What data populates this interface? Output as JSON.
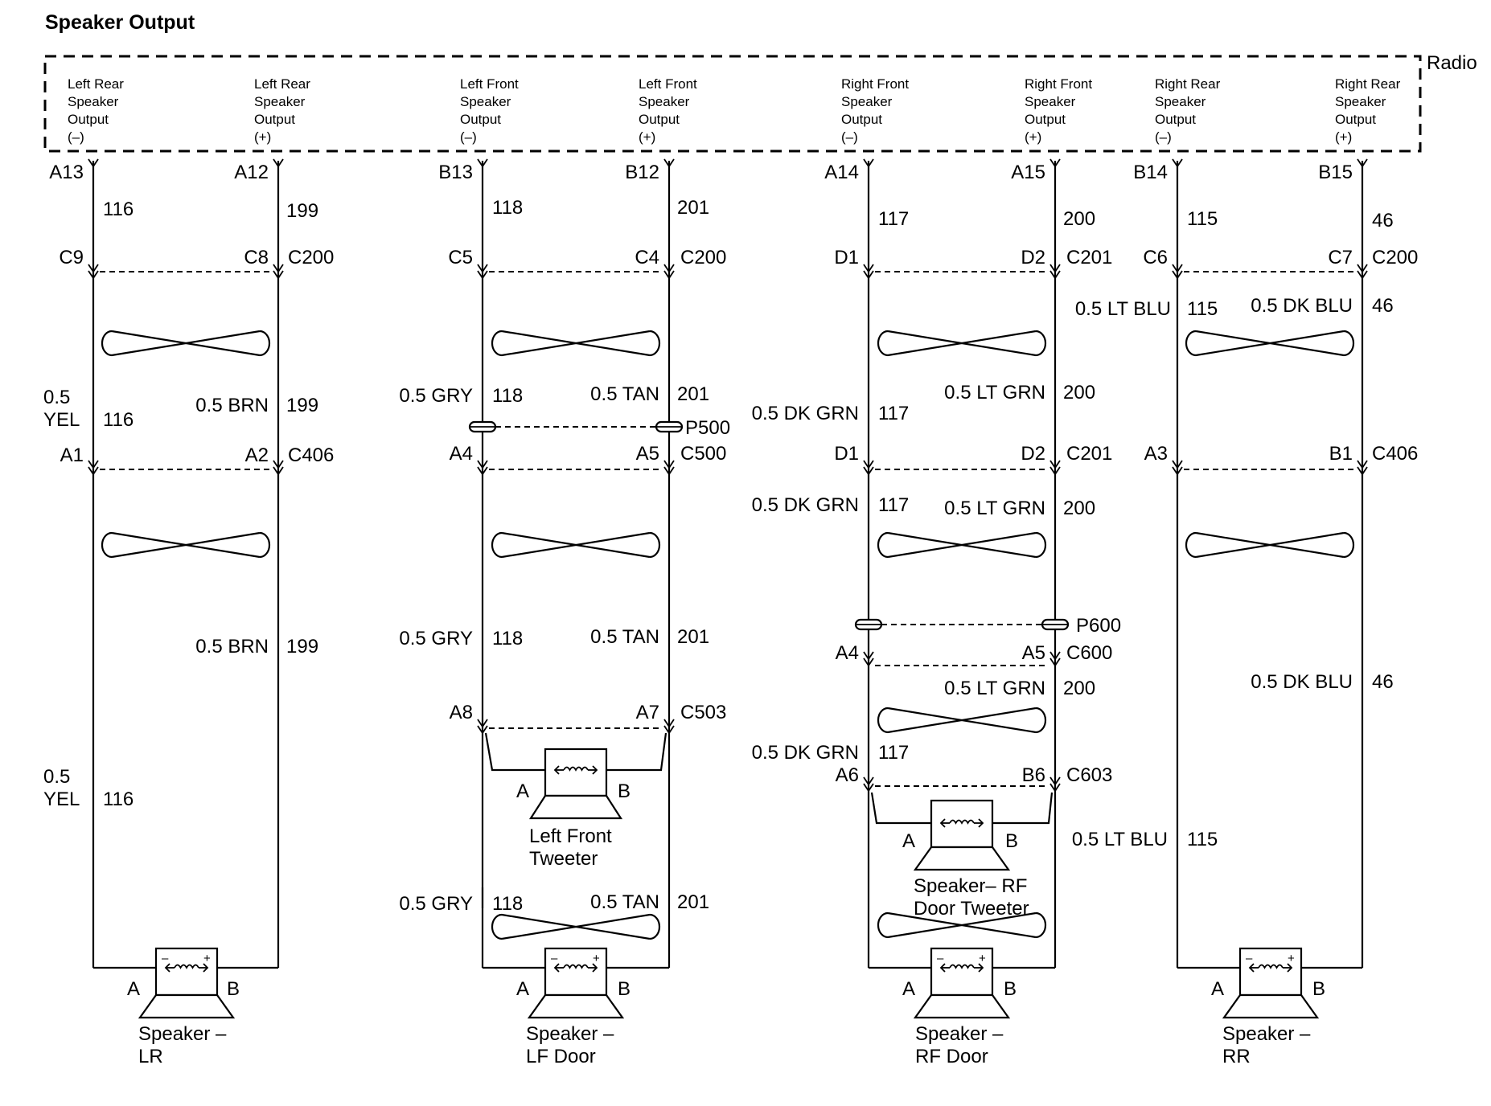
{
  "title": "Speaker Output",
  "radio_label": "Radio",
  "outputs": [
    {
      "lines": [
        "Left Rear",
        "Speaker",
        "Output",
        "(–)"
      ]
    },
    {
      "lines": [
        "Left Rear",
        "Speaker",
        "Output",
        "(+)"
      ]
    },
    {
      "lines": [
        "Left Front",
        "Speaker",
        "Output",
        "(–)"
      ]
    },
    {
      "lines": [
        "Left Front",
        "Speaker",
        "Output",
        "(+)"
      ]
    },
    {
      "lines": [
        "Right Front",
        "Speaker",
        "Output",
        "(–)"
      ]
    },
    {
      "lines": [
        "Right Front",
        "Speaker",
        "Output",
        "(+)"
      ]
    },
    {
      "lines": [
        "Right Rear",
        "Speaker",
        "Output",
        "(–)"
      ]
    },
    {
      "lines": [
        "Right Rear",
        "Speaker",
        "Output",
        "(+)"
      ]
    }
  ],
  "labels": {
    "pin_a13": "A13",
    "pin_a12": "A12",
    "pin_b13": "B13",
    "pin_b12": "B12",
    "pin_a14": "A14",
    "pin_a15": "A15",
    "pin_b14": "B14",
    "pin_b15": "B15",
    "c116": "116",
    "c199": "199",
    "c118": "118",
    "c201": "201",
    "c117": "117",
    "c200": "200",
    "c115": "115",
    "c46": "46",
    "pin_c9": "C9",
    "pin_c8": "C8",
    "conn_c200": "C200",
    "pin_c5": "C5",
    "pin_c4": "C4",
    "pin_d1": "D1",
    "pin_d2": "D2",
    "conn_c201": "C201",
    "pin_c6": "C6",
    "pin_c7": "C7",
    "w_lt_blu": "0.5 LT BLU",
    "w_dk_blu": "0.5 DK BLU",
    "w_05": "0.5",
    "w_yel": "YEL",
    "w_brn": "0.5 BRN",
    "w_gry": "0.5 GRY",
    "w_tan": "0.5 TAN",
    "w_dk_grn": "0.5 DK GRN",
    "w_lt_grn": "0.5 LT GRN",
    "p500": "P500",
    "p600": "P600",
    "pin_a1": "A1",
    "pin_a2": "A2",
    "conn_c406": "C406",
    "pin_a4": "A4",
    "pin_a5": "A5",
    "conn_c500": "C500",
    "pin_a3": "A3",
    "pin_b1": "B1",
    "conn_c600": "C600",
    "pin_a8": "A8",
    "pin_a7": "A7",
    "conn_c503": "C503",
    "pin_a6": "A6",
    "pin_b6": "B6",
    "conn_c603": "C603",
    "term_a": "A",
    "term_b": "B"
  },
  "components": {
    "lf_tweeter": [
      "Left Front",
      "Tweeter"
    ],
    "rf_tweeter": [
      "Speaker– RF",
      "Door Tweeter"
    ],
    "lr_speaker": [
      "Speaker –",
      "LR"
    ],
    "lf_speaker": [
      "Speaker –",
      "LF Door"
    ],
    "rf_speaker": [
      "Speaker –",
      "RF Door"
    ],
    "rr_speaker": [
      "Speaker –",
      "RR"
    ]
  }
}
